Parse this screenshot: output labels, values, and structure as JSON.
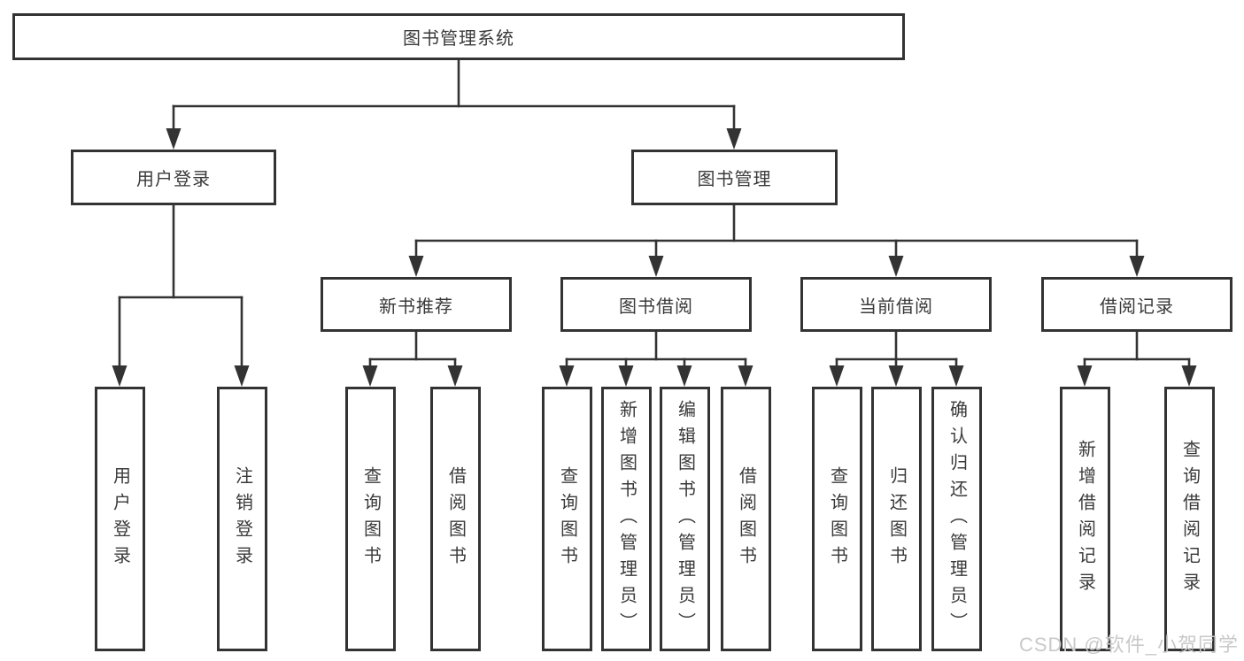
{
  "tree": {
    "label": "图书管理系统",
    "children": [
      {
        "label": "用户登录",
        "children": [
          {
            "label": "用户登录"
          },
          {
            "label": "注销登录"
          }
        ]
      },
      {
        "label": "图书管理",
        "children": [
          {
            "label": "新书推荐",
            "children": [
              {
                "label": "查询图书"
              },
              {
                "label": "借阅图书"
              }
            ]
          },
          {
            "label": "图书借阅",
            "children": [
              {
                "label": "查询图书"
              },
              {
                "label": "新增图书（管理员）"
              },
              {
                "label": "编辑图书（管理员）"
              },
              {
                "label": "借阅图书"
              }
            ]
          },
          {
            "label": "当前借阅",
            "children": [
              {
                "label": "查询图书"
              },
              {
                "label": "归还图书"
              },
              {
                "label": "确认归还（管理员）"
              }
            ]
          },
          {
            "label": "借阅记录",
            "children": [
              {
                "label": "新增借阅记录"
              },
              {
                "label": "查询借阅记录"
              }
            ]
          }
        ]
      }
    ]
  },
  "watermark": "CSDN @软件_小贺同学",
  "colors": {
    "line": "#333333",
    "text": "#3a3a3a",
    "watermark": "#c9c9c9",
    "box_bg": "#ffffff"
  }
}
